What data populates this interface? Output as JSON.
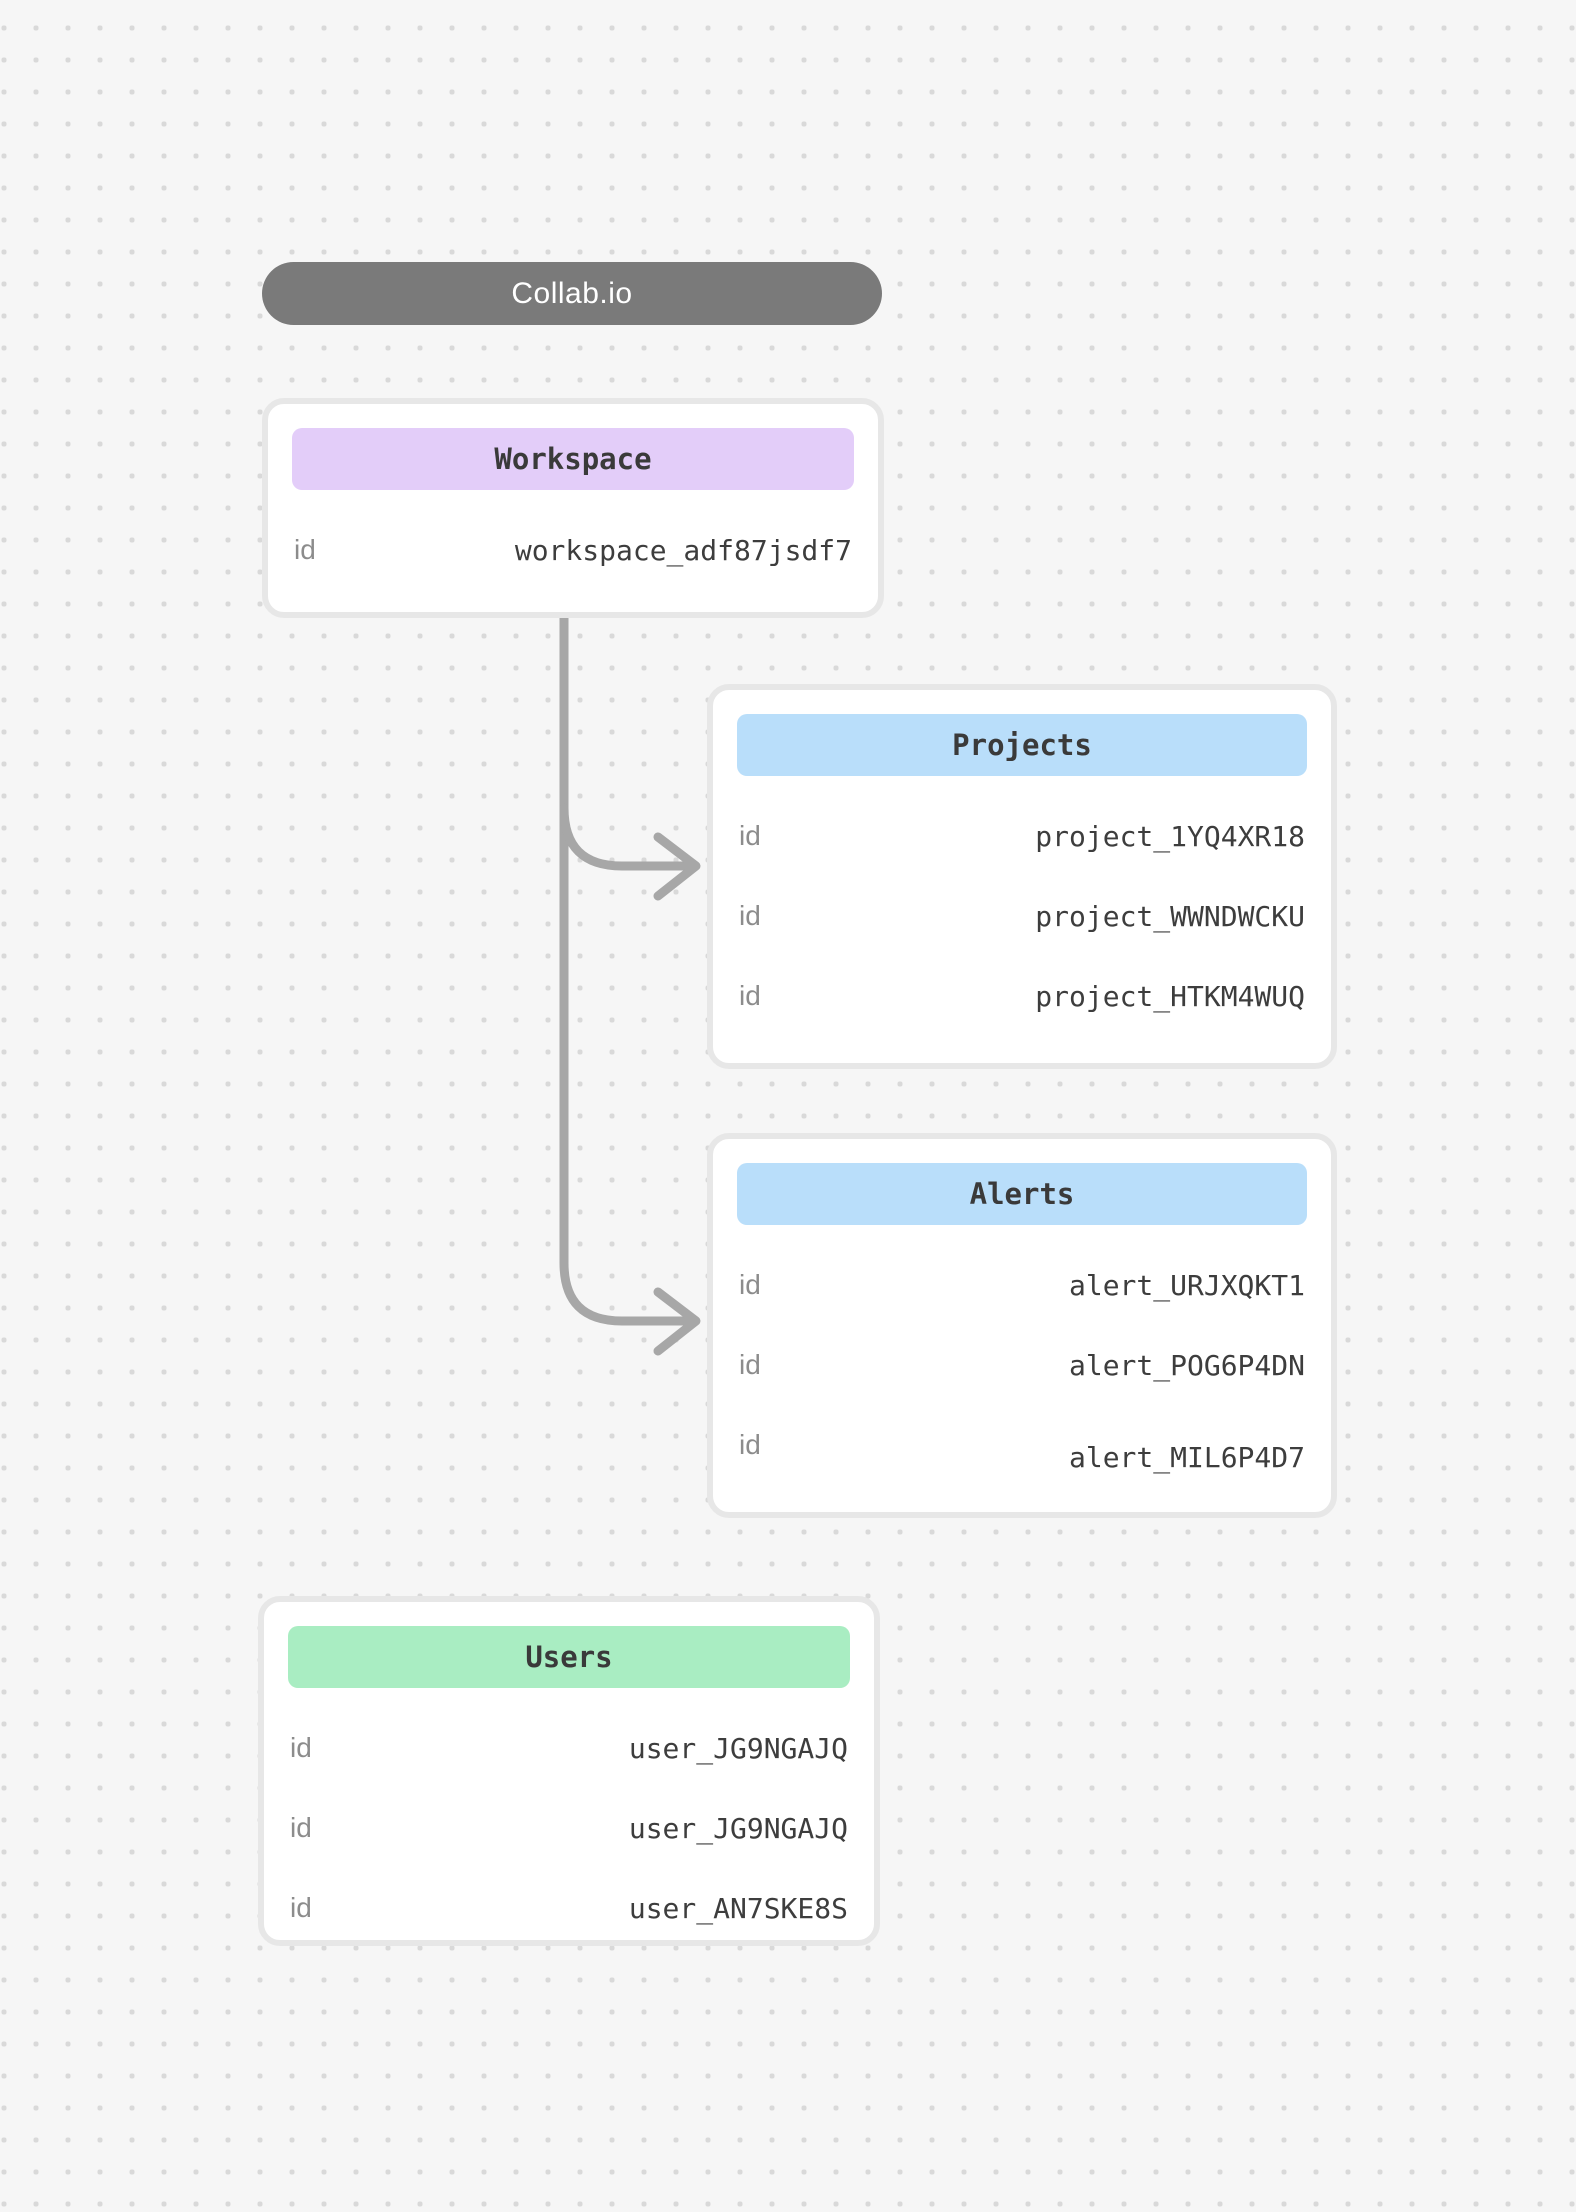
{
  "app": {
    "title": "Collab.io"
  },
  "colors": {
    "canvas_bg": "#f6f6f6",
    "dot": "#d9d9d9",
    "pill_bg": "#7a7a7a",
    "card_border": "#e7e7e7",
    "purple": "#e3cdf9",
    "blue": "#b9defa",
    "green": "#a9edc2",
    "connector": "#a7a7a7",
    "header_text": "#3a3a3a",
    "key_text": "#8c8c8c",
    "value_text": "#3d3d3d"
  },
  "entities": {
    "workspace": {
      "title": "Workspace",
      "rows": [
        {
          "key": "id",
          "value": "workspace_adf87jsdf7"
        }
      ]
    },
    "projects": {
      "title": "Projects",
      "rows": [
        {
          "key": "id",
          "value": "project_1YQ4XR18"
        },
        {
          "key": "id",
          "value": "project_WWNDWCKU"
        },
        {
          "key": "id",
          "value": "project_HTKM4WUQ"
        }
      ]
    },
    "alerts": {
      "title": "Alerts",
      "rows": [
        {
          "key": "id",
          "value": "alert_URJXQKT1"
        },
        {
          "key": "id",
          "value": "alert_POG6P4DN"
        },
        {
          "key": "id",
          "value": "alert_MIL6P4D7"
        }
      ]
    },
    "users": {
      "title": "Users",
      "rows": [
        {
          "key": "id",
          "value": "user_JG9NGAJQ"
        },
        {
          "key": "id",
          "value": "user_JG9NGAJQ"
        },
        {
          "key": "id",
          "value": "user_AN7SKE8S"
        }
      ]
    }
  }
}
